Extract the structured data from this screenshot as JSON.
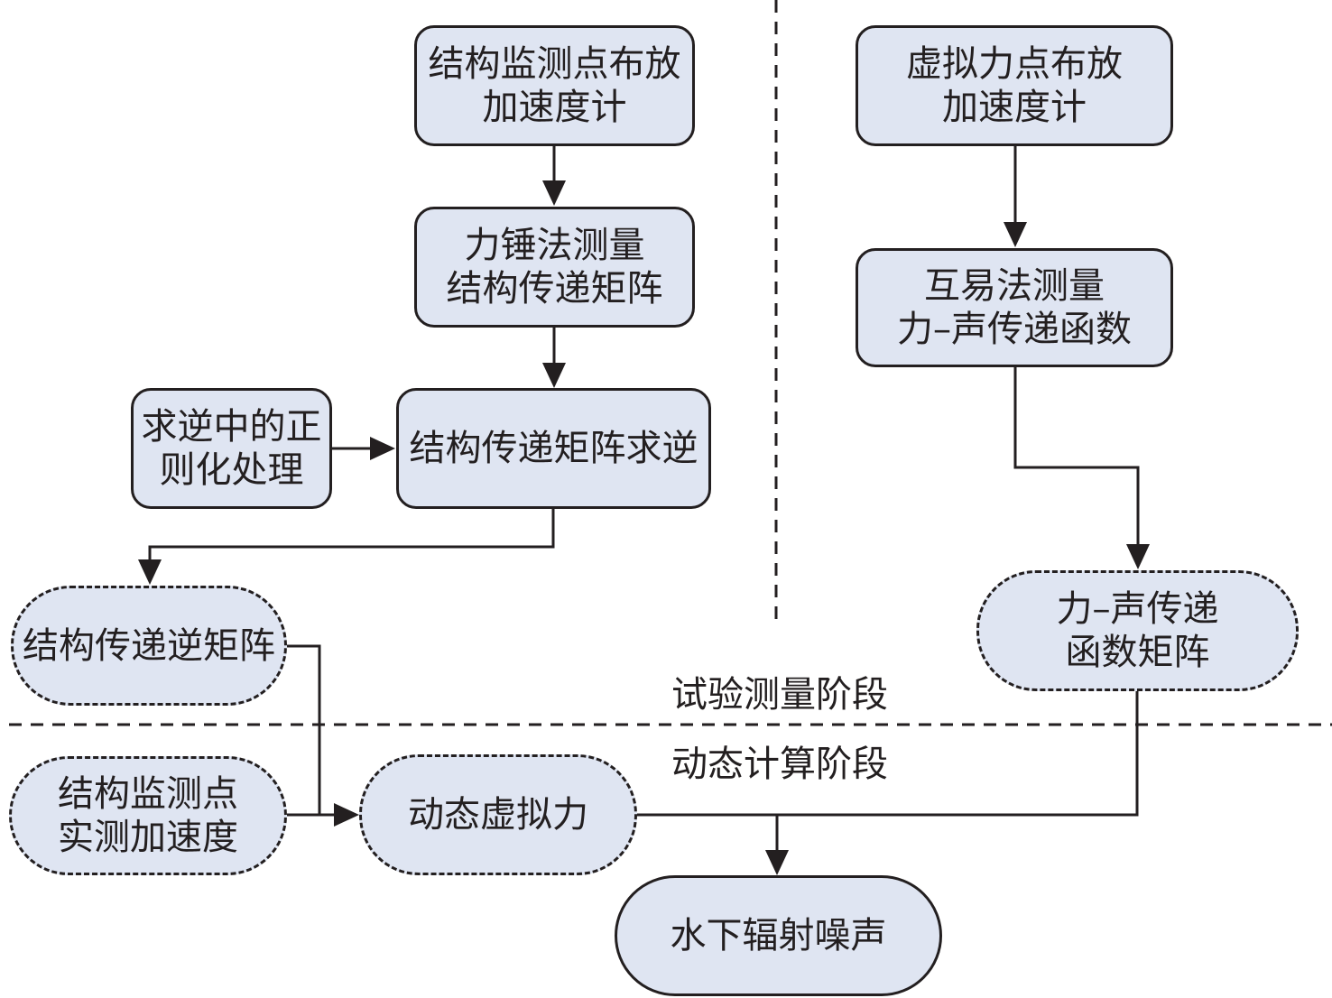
{
  "nodes": {
    "monitor_accel": [
      "结构监测点布放",
      "加速度计"
    ],
    "hammer": [
      "力锤法测量",
      "结构传递矩阵"
    ],
    "regularize": [
      "求逆中的正",
      "则化处理"
    ],
    "invert": [
      "结构传递矩阵求逆"
    ],
    "inverse_matrix": [
      "结构传递逆矩阵"
    ],
    "virtual_accel": [
      "虚拟力点布放",
      "加速度计"
    ],
    "reciprocity": [
      "互易法测量",
      "力–声传递函数"
    ],
    "fa_matrix": [
      "力–声传递",
      "函数矩阵"
    ],
    "measured_accel": [
      "结构监测点",
      "实测加速度"
    ],
    "dynamic_force": [
      "动态虚拟力"
    ],
    "noise": [
      "水下辐射噪声"
    ]
  },
  "stages": {
    "test": "试验测量阶段",
    "dynamic": "动态计算阶段"
  },
  "colors": {
    "box_fill": "#dfe5f2",
    "stroke": "#231f20"
  }
}
